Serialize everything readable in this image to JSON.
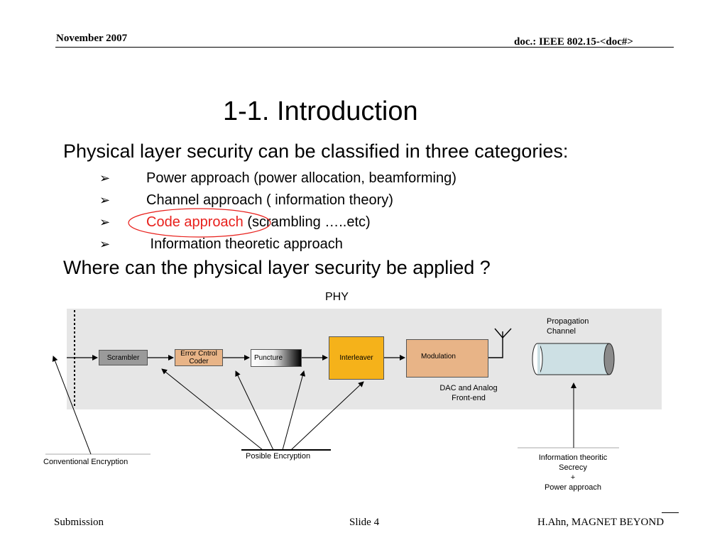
{
  "header": {
    "date": "November 2007",
    "doc": "doc.: IEEE 802.15-<doc#>"
  },
  "slide": {
    "title": "1-1. Introduction",
    "lead": "Physical layer security can be classified in three categories:",
    "bullets": [
      {
        "text": "Power approach (power allocation, beamforming)"
      },
      {
        "text": "Channel approach ( information theory)"
      },
      {
        "highlight": "Code approach",
        "rest": " (scrambling …..etc)"
      },
      {
        "text": " Information theoretic approach"
      }
    ],
    "question": "Where can the physical layer security be applied ?"
  },
  "diagram": {
    "phy_label": "PHY",
    "blocks": {
      "scrambler": "Scrambler",
      "ecc": "Error Cntrol Coder",
      "puncture": "Puncture",
      "interleaver": "Interleaver",
      "modulation": "Modulation"
    },
    "dac": "DAC and Analog Front-end",
    "propagation": "Propagation Channel",
    "conventional": "Conventional Encryption",
    "possible": "Posible Encryption",
    "info_theoretic": "Information theoritic Secrecy + Power approach"
  },
  "footer": {
    "submission": "Submission",
    "slide": "Slide 4",
    "author": "H.Ahn, MAGNET BEYOND"
  },
  "colors": {
    "highlight": "#e8201c",
    "interleaver": "#f5b21a",
    "coder": "#e8b487"
  }
}
